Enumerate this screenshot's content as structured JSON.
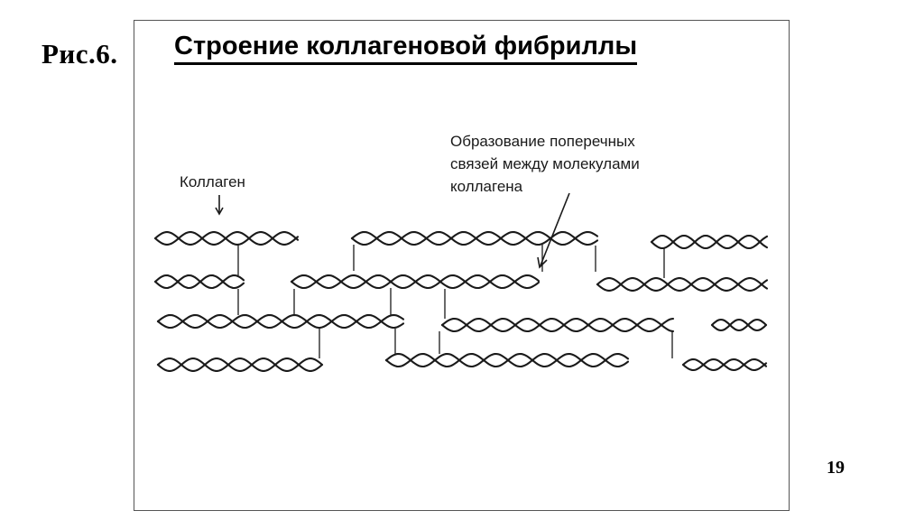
{
  "figure_label": "Рис.6.",
  "title": "Строение коллагеновой фибриллы",
  "labels": {
    "collagen": "Коллаген",
    "crosslink_line1": "Образование поперечных",
    "crosslink_line2": "связей между молекулами",
    "crosslink_line3": "коллагена"
  },
  "page_number": "19"
}
